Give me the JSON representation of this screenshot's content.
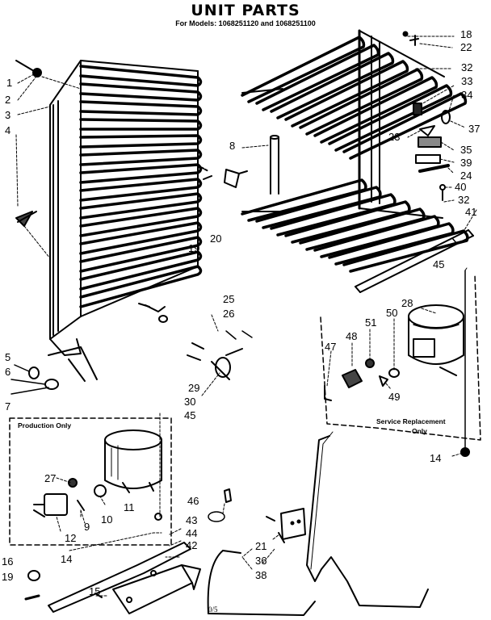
{
  "header": {
    "title": "UNIT PARTS",
    "subtitle": "For Models: 1068251120 and 1068251100"
  },
  "boxes": {
    "production": "Production Only",
    "service_line1": "Service Replacement",
    "service_line2": "Only"
  },
  "labels": {
    "l1": "1",
    "l2": "2",
    "l3": "3",
    "l4": "4",
    "l5": "5",
    "l6": "6",
    "l7": "7",
    "l8": "8",
    "l9": "9",
    "l10": "10",
    "l11": "11",
    "l12": "12",
    "l14a": "14",
    "l14b": "14",
    "l15": "15",
    "l16": "16",
    "l18": "18",
    "l19a": "19",
    "l19b": "19",
    "l20": "20",
    "l21": "21",
    "l22": "22",
    "l23": "23",
    "l24": "24",
    "l25": "25",
    "l26": "26",
    "l27": "27",
    "l28": "28",
    "l29": "29",
    "l30": "30",
    "l32a": "32",
    "l32b": "32",
    "l33": "33",
    "l34": "34",
    "l35": "35",
    "l36": "36",
    "l37": "37",
    "l38": "38",
    "l39": "39",
    "l40": "40",
    "l41": "41",
    "l42": "42",
    "l43": "43",
    "l44": "44",
    "l45a": "45",
    "l45b": "45",
    "l46": "46",
    "l47": "47",
    "l48": "48",
    "l49": "49",
    "l50": "50",
    "l51": "51"
  },
  "footer": {
    "signature": "0/5"
  }
}
